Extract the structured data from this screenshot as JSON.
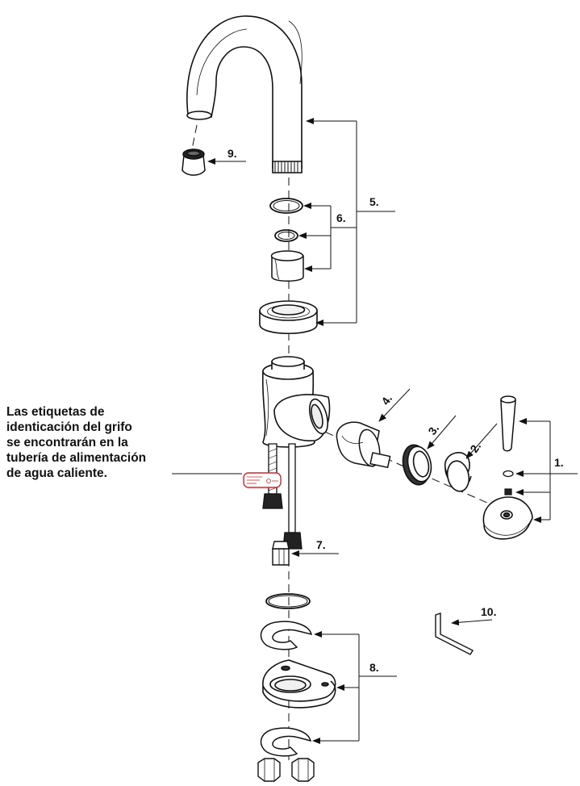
{
  "callouts": {
    "c1": "1.",
    "c2": "2.",
    "c3": "3.",
    "c4": "4.",
    "c5": "5.",
    "c6": "6.",
    "c7": "7.",
    "c8": "8.",
    "c9": "9.",
    "c10": "10."
  },
  "note": {
    "lines": [
      "Las etiquetas de",
      "identicación del grifo",
      "se encontrarán en la",
      "tubería de alimentación",
      "de agua caliente."
    ]
  },
  "colors": {
    "line": "#111111",
    "label_red": "#d8262c"
  }
}
